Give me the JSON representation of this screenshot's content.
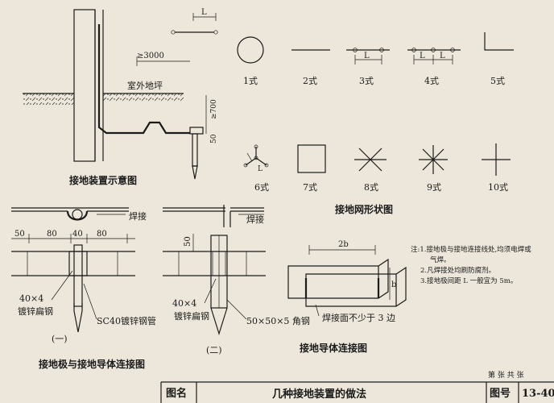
{
  "diagram1": {
    "caption": "接地装置示意图",
    "dim_L": "L",
    "dim_3000": "≥3000",
    "ground_label": "室外地坪",
    "dim_700": "≥700",
    "dim_50": "50"
  },
  "shapes": {
    "caption": "接地网形状图",
    "labels": [
      "1式",
      "2式",
      "3式",
      "4式",
      "5式",
      "6式",
      "7式",
      "8式",
      "9式",
      "10式"
    ],
    "dim_L": "L"
  },
  "connect": {
    "caption": "接地极与接地导体连接图",
    "weld": "焊接",
    "dims": [
      "50",
      "80",
      "40",
      "80"
    ],
    "flat_steel": "40×4",
    "flat_steel_2": "镀锌扁钢",
    "pipe": "SC40镀锌钢管",
    "part1": "(一)",
    "part2": "(二)",
    "dim_50b": "50",
    "angle": "50×50×5 角钢"
  },
  "conductor": {
    "caption": "接地导体连接图",
    "dim_2b": "2b",
    "dim_b": "b",
    "weld_note": "焊接面不少于 3 边"
  },
  "notes": [
    "注:1.接地极与接地连接线处,均须电焊或",
    "气焊。",
    "2.凡焊接处均刷防腐剂。",
    "3.接地极间距 L 一般宜为 5m。"
  ],
  "titleblock": {
    "page_counter": "第   张   共   张",
    "label_name": "图名",
    "title": "几种接地装置的做法",
    "label_number": "图号",
    "number": "13-40"
  }
}
